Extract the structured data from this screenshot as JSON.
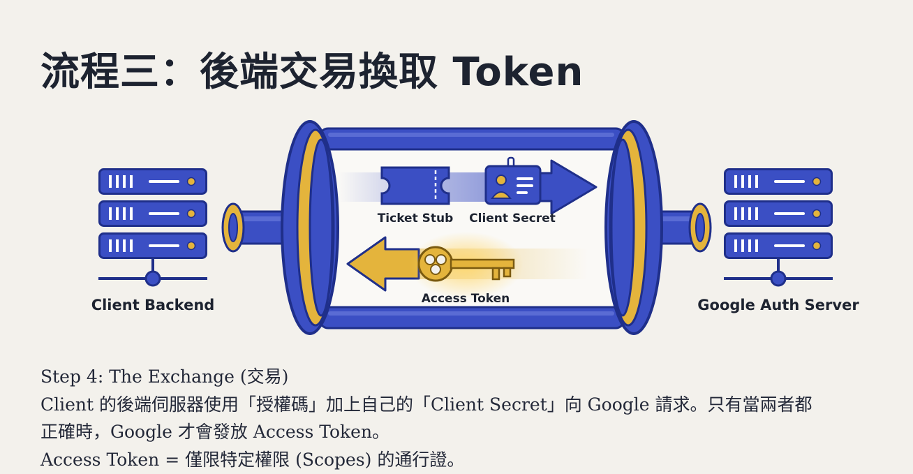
{
  "title": "流程三：後端交易換取 Token",
  "diagram": {
    "left_server_label": "Client Backend",
    "right_server_label": "Google Auth Server",
    "ticket_label": "Ticket Stub",
    "secret_label": "Client Secret",
    "token_label": "Access Token",
    "colors": {
      "primary_blue": "#3b4fc4",
      "dark_blue": "#1f2f8a",
      "gold": "#e4b43c",
      "background": "#f3f1ec"
    },
    "icons": [
      "server-icon",
      "ticket-icon",
      "id-badge-icon",
      "key-icon",
      "arrow-right-icon",
      "arrow-left-icon"
    ]
  },
  "description": {
    "line1": "Step 4: The Exchange (交易)",
    "line2": "Client 的後端伺服器使用「授權碼」加上自己的「Client Secret」向 Google 請求。只有當兩者都",
    "line3": "正確時，Google 才會發放 Access Token。",
    "line4": "Access Token = 僅限特定權限 (Scopes) 的通行證。"
  }
}
